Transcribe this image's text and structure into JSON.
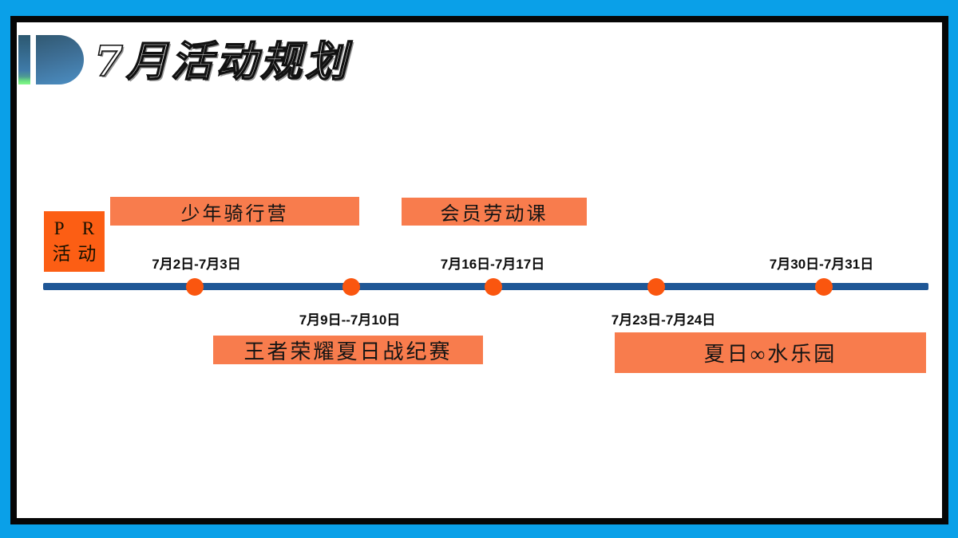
{
  "slide": {
    "title": "7月活动规划",
    "pr_box": {
      "line1": "P R",
      "line2": "活动"
    },
    "timeline": {
      "events": [
        {
          "label": "少年骑行营",
          "row": "top"
        },
        {
          "label": "会员劳动课",
          "row": "top"
        },
        {
          "label": "王者荣耀夏日战纪赛",
          "row": "bottom"
        },
        {
          "label": "夏日∞水乐园",
          "row": "bottom"
        }
      ],
      "dates": [
        "7月2日-7月3日",
        "7月9日--7月10日",
        "7月16日-7月17日",
        "7月23日-7月24日",
        "7月30日-7月31日"
      ]
    },
    "colors": {
      "frame_blue": "#0AA0E8",
      "timeline_blue": "#1F5796",
      "dot_orange": "#FA560F",
      "event_orange": "#F87C4D",
      "pr_orange": "#FC5E14"
    }
  }
}
